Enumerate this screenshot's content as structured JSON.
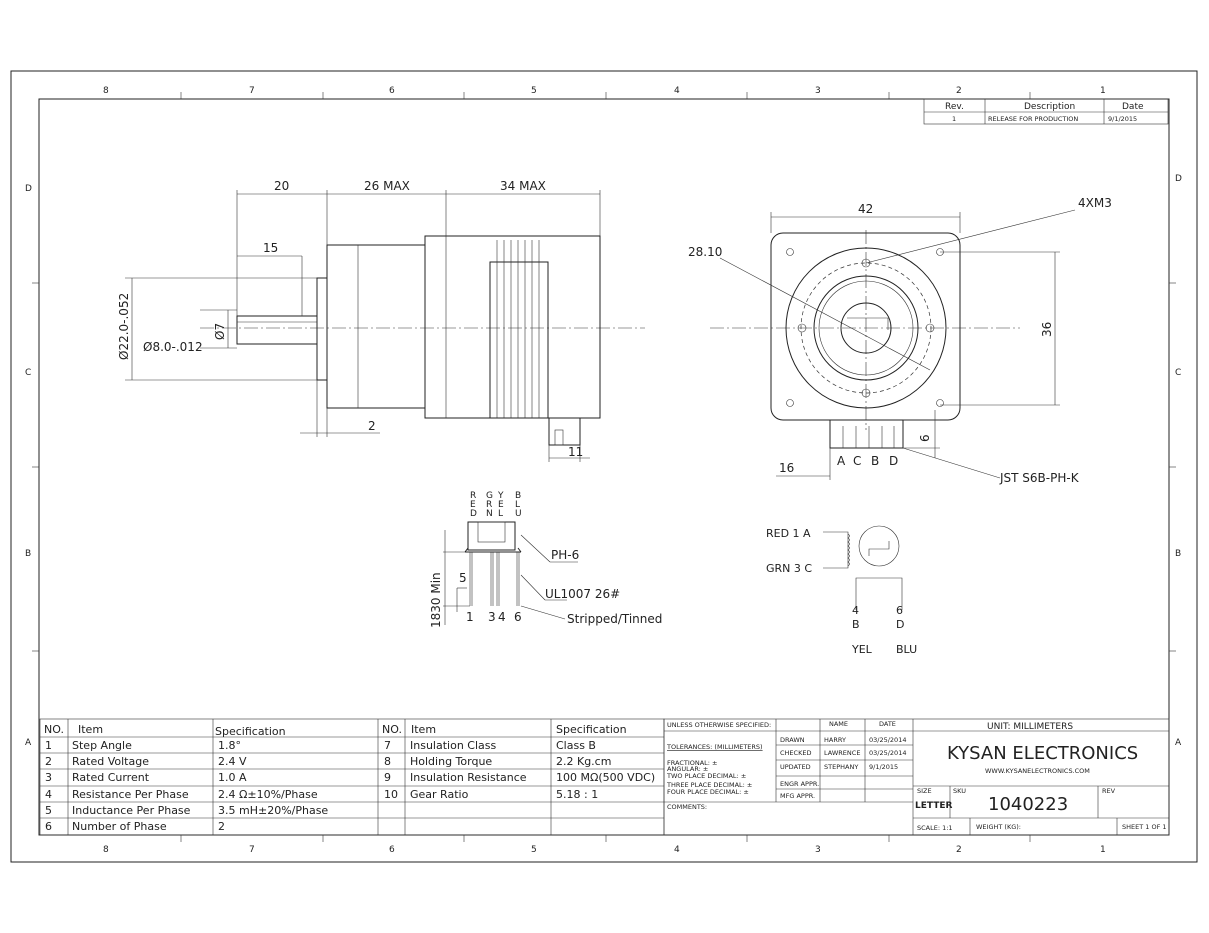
{
  "zones": {
    "columns": [
      "8",
      "7",
      "6",
      "5",
      "4",
      "3",
      "2",
      "1"
    ],
    "rows": [
      "D",
      "C",
      "B",
      "A"
    ]
  },
  "revision": {
    "headers": [
      "Rev.",
      "Description",
      "Date"
    ],
    "rows": [
      [
        "1",
        "RELEASE FOR PRODUCTION",
        "9/1/2015"
      ]
    ]
  },
  "side_view": {
    "dims": [
      "20",
      "26 MAX",
      "34 MAX",
      "15",
      "Ø22.0-.052",
      "Ø8.0-.012",
      "Ø7",
      "2",
      "11"
    ]
  },
  "front_view": {
    "dims": [
      "42",
      "4XM3",
      "28.10",
      "36",
      "6",
      "16"
    ],
    "pins": [
      "A",
      "C",
      "B",
      "D"
    ],
    "connector": "JST S6B-PH-K"
  },
  "harness": {
    "wire_colors": [
      "RED",
      "GRN",
      "YEL",
      "BLU"
    ],
    "pin_numbers": [
      "1",
      "3",
      "4",
      "6"
    ],
    "labels": {
      "connector": "PH-6",
      "wire": "UL1007 26#",
      "ends": "Stripped/Tinned",
      "length": "1830 Min",
      "strip": "5"
    }
  },
  "schematic": {
    "coil_a": [
      "RED  1  A",
      "GRN  3  C"
    ],
    "coil_b": [
      [
        "4",
        "B",
        "YEL"
      ],
      [
        "6",
        "D",
        "BLU"
      ]
    ]
  },
  "spec_table": {
    "headers": [
      "NO.",
      "Item",
      "Specification"
    ],
    "left": [
      [
        "1",
        "Step Angle",
        "1.8°"
      ],
      [
        "2",
        "Rated Voltage",
        "2.4 V"
      ],
      [
        "3",
        "Rated Current",
        "1.0 A"
      ],
      [
        "4",
        "Resistance Per Phase",
        "2.4 Ω±10%/Phase"
      ],
      [
        "5",
        "Inductance Per Phase",
        "3.5 mH±20%/Phase"
      ],
      [
        "6",
        "Number of Phase",
        "2"
      ]
    ],
    "right": [
      [
        "7",
        "Insulation Class",
        "Class B"
      ],
      [
        "8",
        "Holding Torque",
        "2.2 Kg.cm"
      ],
      [
        "9",
        "Insulation Resistance",
        "100 MΩ(500 VDC)"
      ],
      [
        "10",
        "Gear Ratio",
        "5.18 : 1"
      ]
    ]
  },
  "title_block": {
    "unless": "UNLESS OTHERWISE SPECIFIED:",
    "tolerances": "TOLERANCES: (MILLIMETERS)",
    "tol_lines": [
      "FRACTIONAL: ±",
      "ANGULAR:   ±",
      "TWO PLACE DECIMAL:   ±",
      "THREE PLACE DECIMAL:  ±",
      "FOUR PLACE DECIMAL:  ±"
    ],
    "comments": "COMMENTS:",
    "name_header": "NAME",
    "date_header": "DATE",
    "approvals": [
      [
        "DRAWN",
        "HARRY",
        "03/25/2014"
      ],
      [
        "CHECKED",
        "LAWRENCE",
        "03/25/2014"
      ],
      [
        "UPDATED",
        "STEPHANY",
        "9/1/2015"
      ],
      [
        "ENGR APPR.",
        "",
        ""
      ],
      [
        "MFG APPR.",
        "",
        ""
      ]
    ],
    "unit": "UNIT: MILLIMETERS",
    "company": "KYSAN ELECTRONICS",
    "website": "WWW.KYSANELECTRONICS.COM",
    "size_label": "SIZE",
    "size": "LETTER",
    "sku_label": "SKU",
    "sku": "1040223",
    "rev_label": "REV",
    "scale": "SCALE: 1:1",
    "weight": "WEIGHT (KG):",
    "sheet": "SHEET 1 OF 1"
  }
}
